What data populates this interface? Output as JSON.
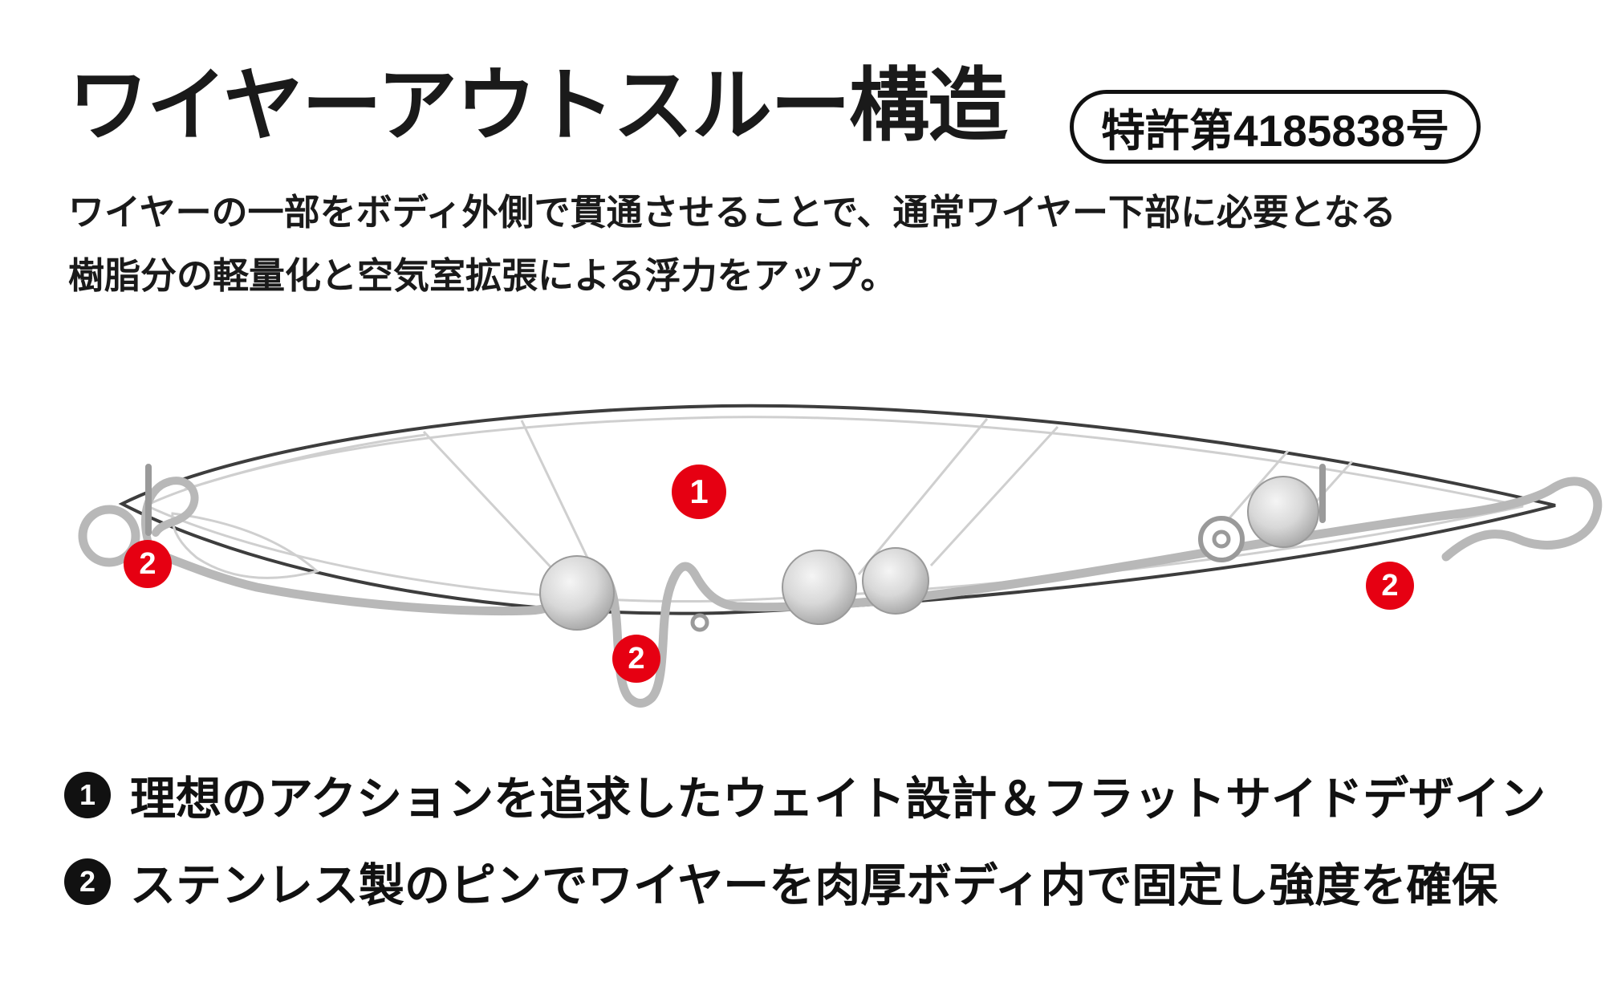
{
  "header": {
    "title": "ワイヤーアウトスルー構造",
    "patent_badge": "特許第4185838号"
  },
  "description": {
    "line1": "ワイヤーの一部をボディ外側で貫通させることで、通常ワイヤー下部に必要となる",
    "line2": "樹脂分の軽量化と空気室拡張による浮力をアップ。"
  },
  "diagram": {
    "subject": "lure-wire-through-structure-cutaway",
    "markers": [
      {
        "id": "weight-design-center",
        "label": "1"
      },
      {
        "id": "pin-nose",
        "label": "2"
      },
      {
        "id": "pin-belly-loop",
        "label": "2"
      },
      {
        "id": "pin-tail",
        "label": "2"
      }
    ]
  },
  "legend": {
    "items": [
      {
        "number": "1",
        "text": "理想のアクションを追求したウェイト設計＆フラットサイドデザイン"
      },
      {
        "number": "2",
        "text": "ステンレス製のピンでワイヤーを肉厚ボディ内で固定し強度を確保"
      }
    ]
  },
  "colors": {
    "accent_red": "#e60012",
    "badge_black": "#111111",
    "wire_gray": "#b8b8b8",
    "outline_gray": "#3d3d3d",
    "rib_gray": "#cfcfcf"
  }
}
